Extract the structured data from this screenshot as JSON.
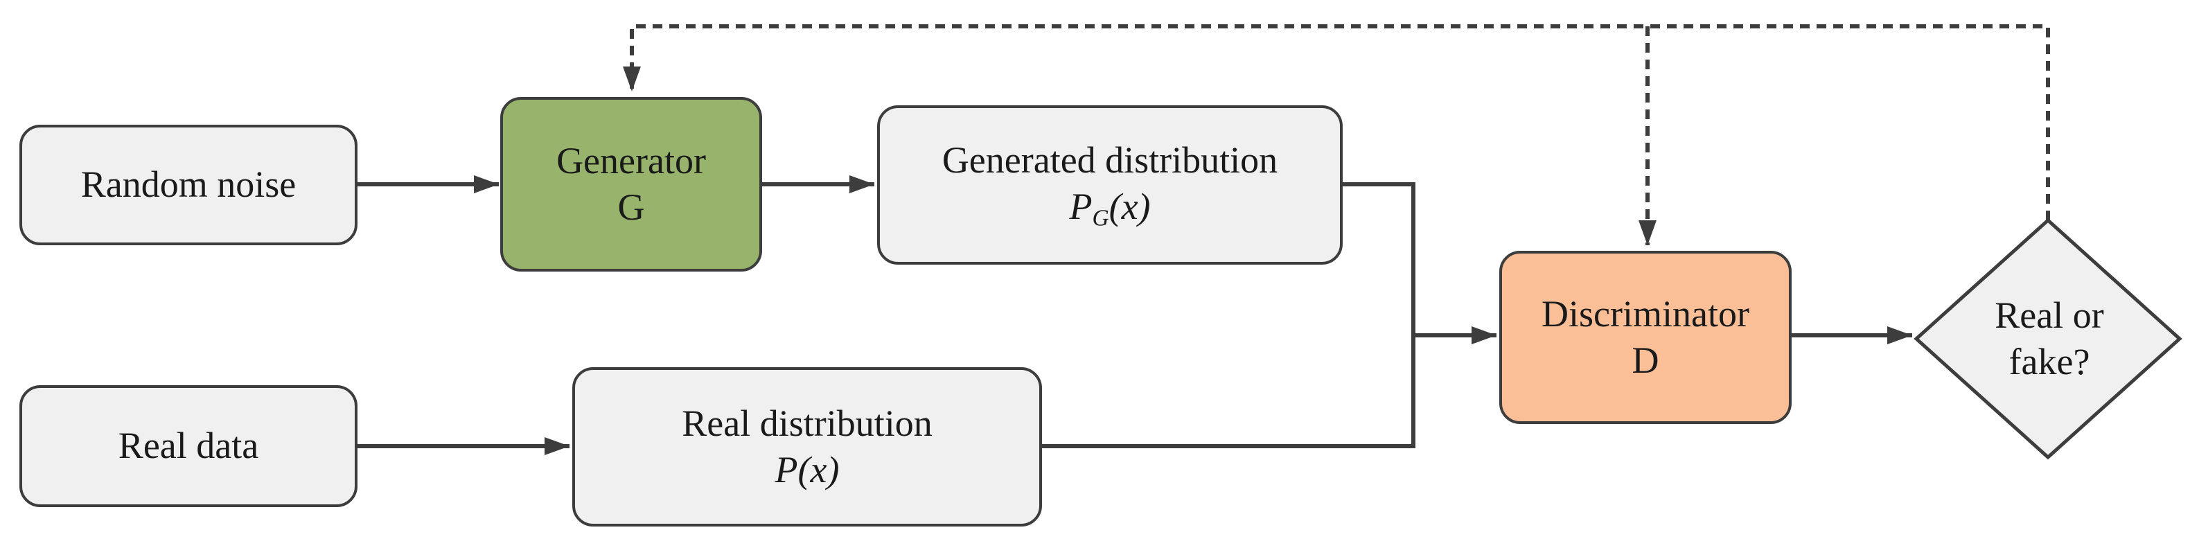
{
  "diagram": {
    "nodes": {
      "random_noise": {
        "label": "Random noise"
      },
      "generator": {
        "line1": "Generator",
        "line2": "G"
      },
      "generated_distribution": {
        "line1": "Generated distribution",
        "math_symbol": "P",
        "math_sub": "G",
        "math_arg": "(x)"
      },
      "real_data": {
        "label": "Real data"
      },
      "real_distribution": {
        "line1": "Real distribution",
        "math_symbol": "P",
        "math_arg": "(x)"
      },
      "discriminator": {
        "line1": "Discriminator",
        "line2": "D"
      },
      "decision": {
        "line1": "Real or",
        "line2": "fake?"
      }
    },
    "edges": [
      {
        "from": "random_noise",
        "to": "generator",
        "style": "solid"
      },
      {
        "from": "generator",
        "to": "generated_distribution",
        "style": "solid"
      },
      {
        "from": "real_data",
        "to": "real_distribution",
        "style": "solid"
      },
      {
        "from": "generated_distribution",
        "to": "discriminator",
        "style": "solid"
      },
      {
        "from": "real_distribution",
        "to": "discriminator",
        "style": "solid"
      },
      {
        "from": "discriminator",
        "to": "decision",
        "style": "solid"
      },
      {
        "from": "decision",
        "to": "generator",
        "style": "dashed"
      },
      {
        "from": "decision",
        "to": "discriminator",
        "style": "dashed"
      }
    ],
    "colors": {
      "generator_fill": "#98b36c",
      "discriminator_fill": "#fbbf98",
      "default_fill": "#f0f0f0",
      "stroke": "#3d3d3d"
    }
  }
}
